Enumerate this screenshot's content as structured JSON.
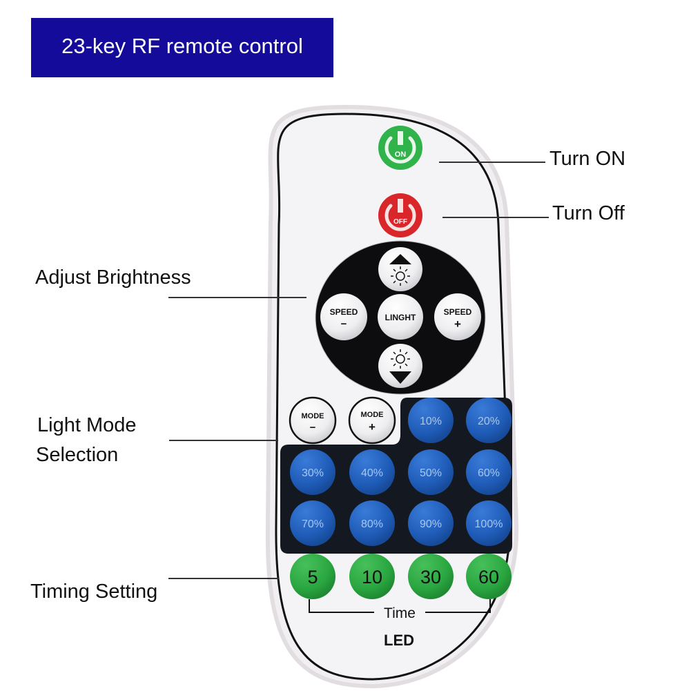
{
  "title": "23-key RF remote control",
  "callouts": {
    "turn_on": "Turn ON",
    "turn_off": "Turn Off",
    "adjust_brightness": "Adjust Brightness",
    "light_mode_line1": "Light Mode",
    "light_mode_line2": "Selection",
    "timing_setting": "Timing Setting"
  },
  "remote": {
    "power_on": "ON",
    "power_off": "OFF",
    "speed_minus_label": "SPEED",
    "speed_minus_sign": "−",
    "speed_plus_label": "SPEED",
    "speed_plus_sign": "+",
    "center_label": "LINGHT",
    "mode_minus_label": "MODE",
    "mode_minus_sign": "−",
    "mode_plus_label": "MODE",
    "mode_plus_sign": "+",
    "brightness_levels": [
      "10%",
      "20%",
      "30%",
      "40%",
      "50%",
      "60%",
      "70%",
      "80%",
      "90%",
      "100%"
    ],
    "timers": [
      "5",
      "10",
      "30",
      "60"
    ],
    "timer_group_label": "Time",
    "brand": "LED"
  },
  "colors": {
    "banner": "#150b9a",
    "on_green": "#2fb34a",
    "off_red": "#d8262a",
    "percent_blue": "#1f5cb8",
    "timer_green": "#2aa640",
    "panel_dark": "#141820"
  }
}
